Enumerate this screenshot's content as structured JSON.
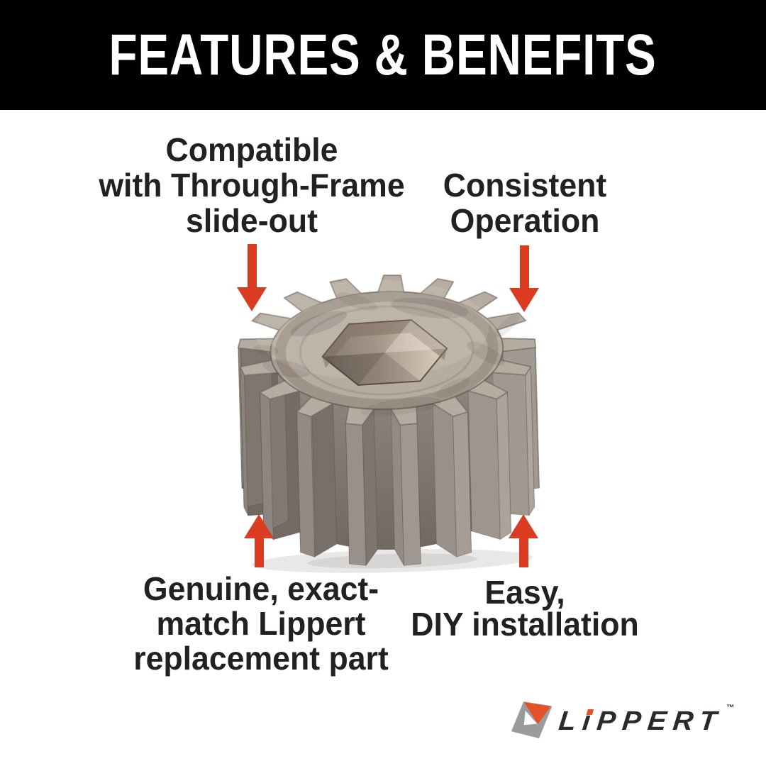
{
  "banner": {
    "title": "FEATURES & BENEFITS"
  },
  "callouts": {
    "top_left": {
      "lines": [
        "Compatible",
        "with Through-Frame",
        "slide-out"
      ],
      "arrow": "down"
    },
    "top_right": {
      "lines": [
        "Consistent",
        "Operation"
      ],
      "arrow": "down"
    },
    "bottom_left": {
      "lines": [
        "Genuine, exact-",
        "match Lippert",
        "replacement part"
      ],
      "arrow": "up"
    },
    "bottom_right": {
      "lines": [
        "Easy,",
        "DIY installation"
      ],
      "arrow": "up"
    }
  },
  "logo": {
    "word_l": "L",
    "word_i": "ı",
    "word_rest": "PPERT",
    "trademark": "™"
  },
  "icons": {
    "arrow_down": "red-triangle-arrow-down",
    "arrow_up": "red-triangle-arrow-up",
    "logo_mark": "lippert-l-diamond"
  },
  "colors": {
    "banner_bg": "#000000",
    "banner_text": "#FFFFFF",
    "text_dark": "#232021",
    "accent_red": "#DB3B21",
    "logo_orange": "#E4512A",
    "logo_gray": "#9B9B9D",
    "wordmark": "#2A2B2D",
    "background": "#FFFFFF",
    "gear_metal": "#B6ACA2"
  }
}
